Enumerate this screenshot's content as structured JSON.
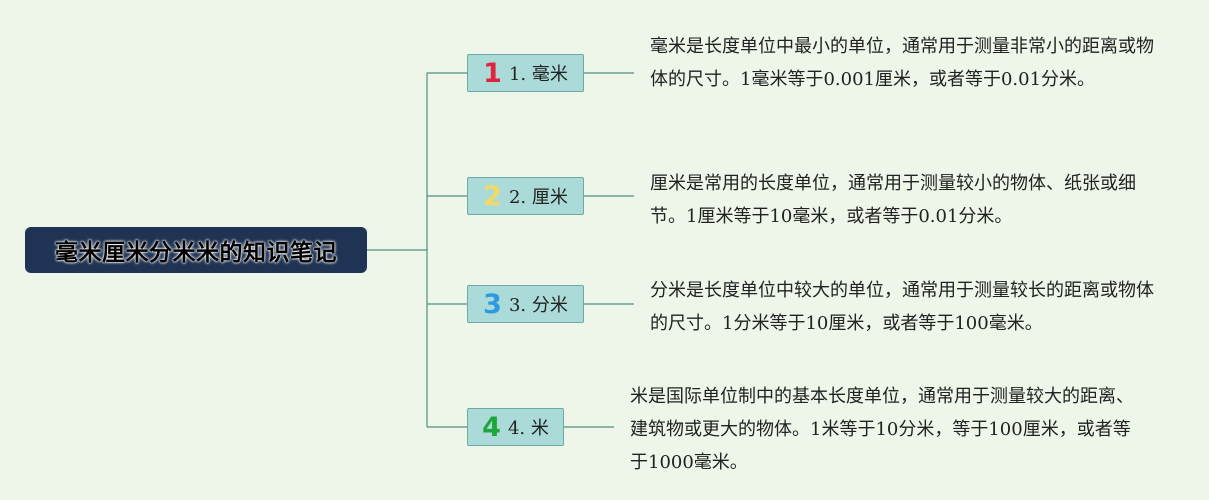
{
  "root": {
    "title": "毫米厘米分米米的知识笔记"
  },
  "colors": {
    "background": "#eef6ea",
    "root_fill": "#1f3354",
    "node_fill": "#abdbd9",
    "node_border": "#6fa9a3",
    "connector": "#4e8e7f"
  },
  "branches": [
    {
      "number": "1",
      "number_color": "#e0243e",
      "label": "1. 毫米",
      "description": "毫米是长度单位中最小的单位，通常用于测量非常小的距离或物体的尺寸。1毫米等于0.001厘米，或者等于0.01分米。"
    },
    {
      "number": "2",
      "number_color": "#f2d966",
      "label": "2. 厘米",
      "description": "厘米是常用的长度单位，通常用于测量较小的物体、纸张或细节。1厘米等于10毫米，或者等于0.01分米。"
    },
    {
      "number": "3",
      "number_color": "#2e9be0",
      "label": "3. 分米",
      "description": "分米是长度单位中较大的单位，通常用于测量较长的距离或物体的尺寸。1分米等于10厘米，或者等于100毫米。"
    },
    {
      "number": "4",
      "number_color": "#1ea63a",
      "label": "4. 米",
      "description": "米是国际单位制中的基本长度单位，通常用于测量较大的距离、建筑物或更大的物体。1米等于10分米，等于100厘米，或者等于1000毫米。"
    }
  ]
}
